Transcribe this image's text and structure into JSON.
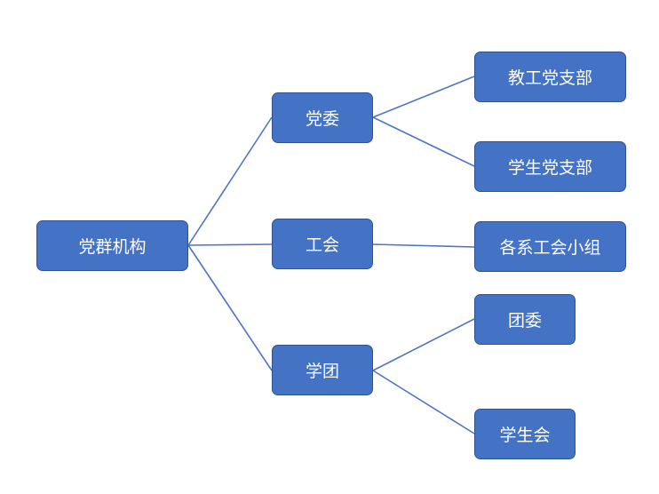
{
  "root": {
    "label": "党群机构"
  },
  "branches": [
    {
      "label": "党委",
      "children": [
        "教工党支部",
        "学生党支部"
      ]
    },
    {
      "label": "工会",
      "children": [
        "各系工会小组"
      ]
    },
    {
      "label": "学团",
      "children": [
        "团委",
        "学生会"
      ]
    }
  ],
  "colors": {
    "node_fill": "#4472c4",
    "node_border": "#2f528f",
    "connector": "#4f76c4",
    "text": "#ffffff"
  }
}
